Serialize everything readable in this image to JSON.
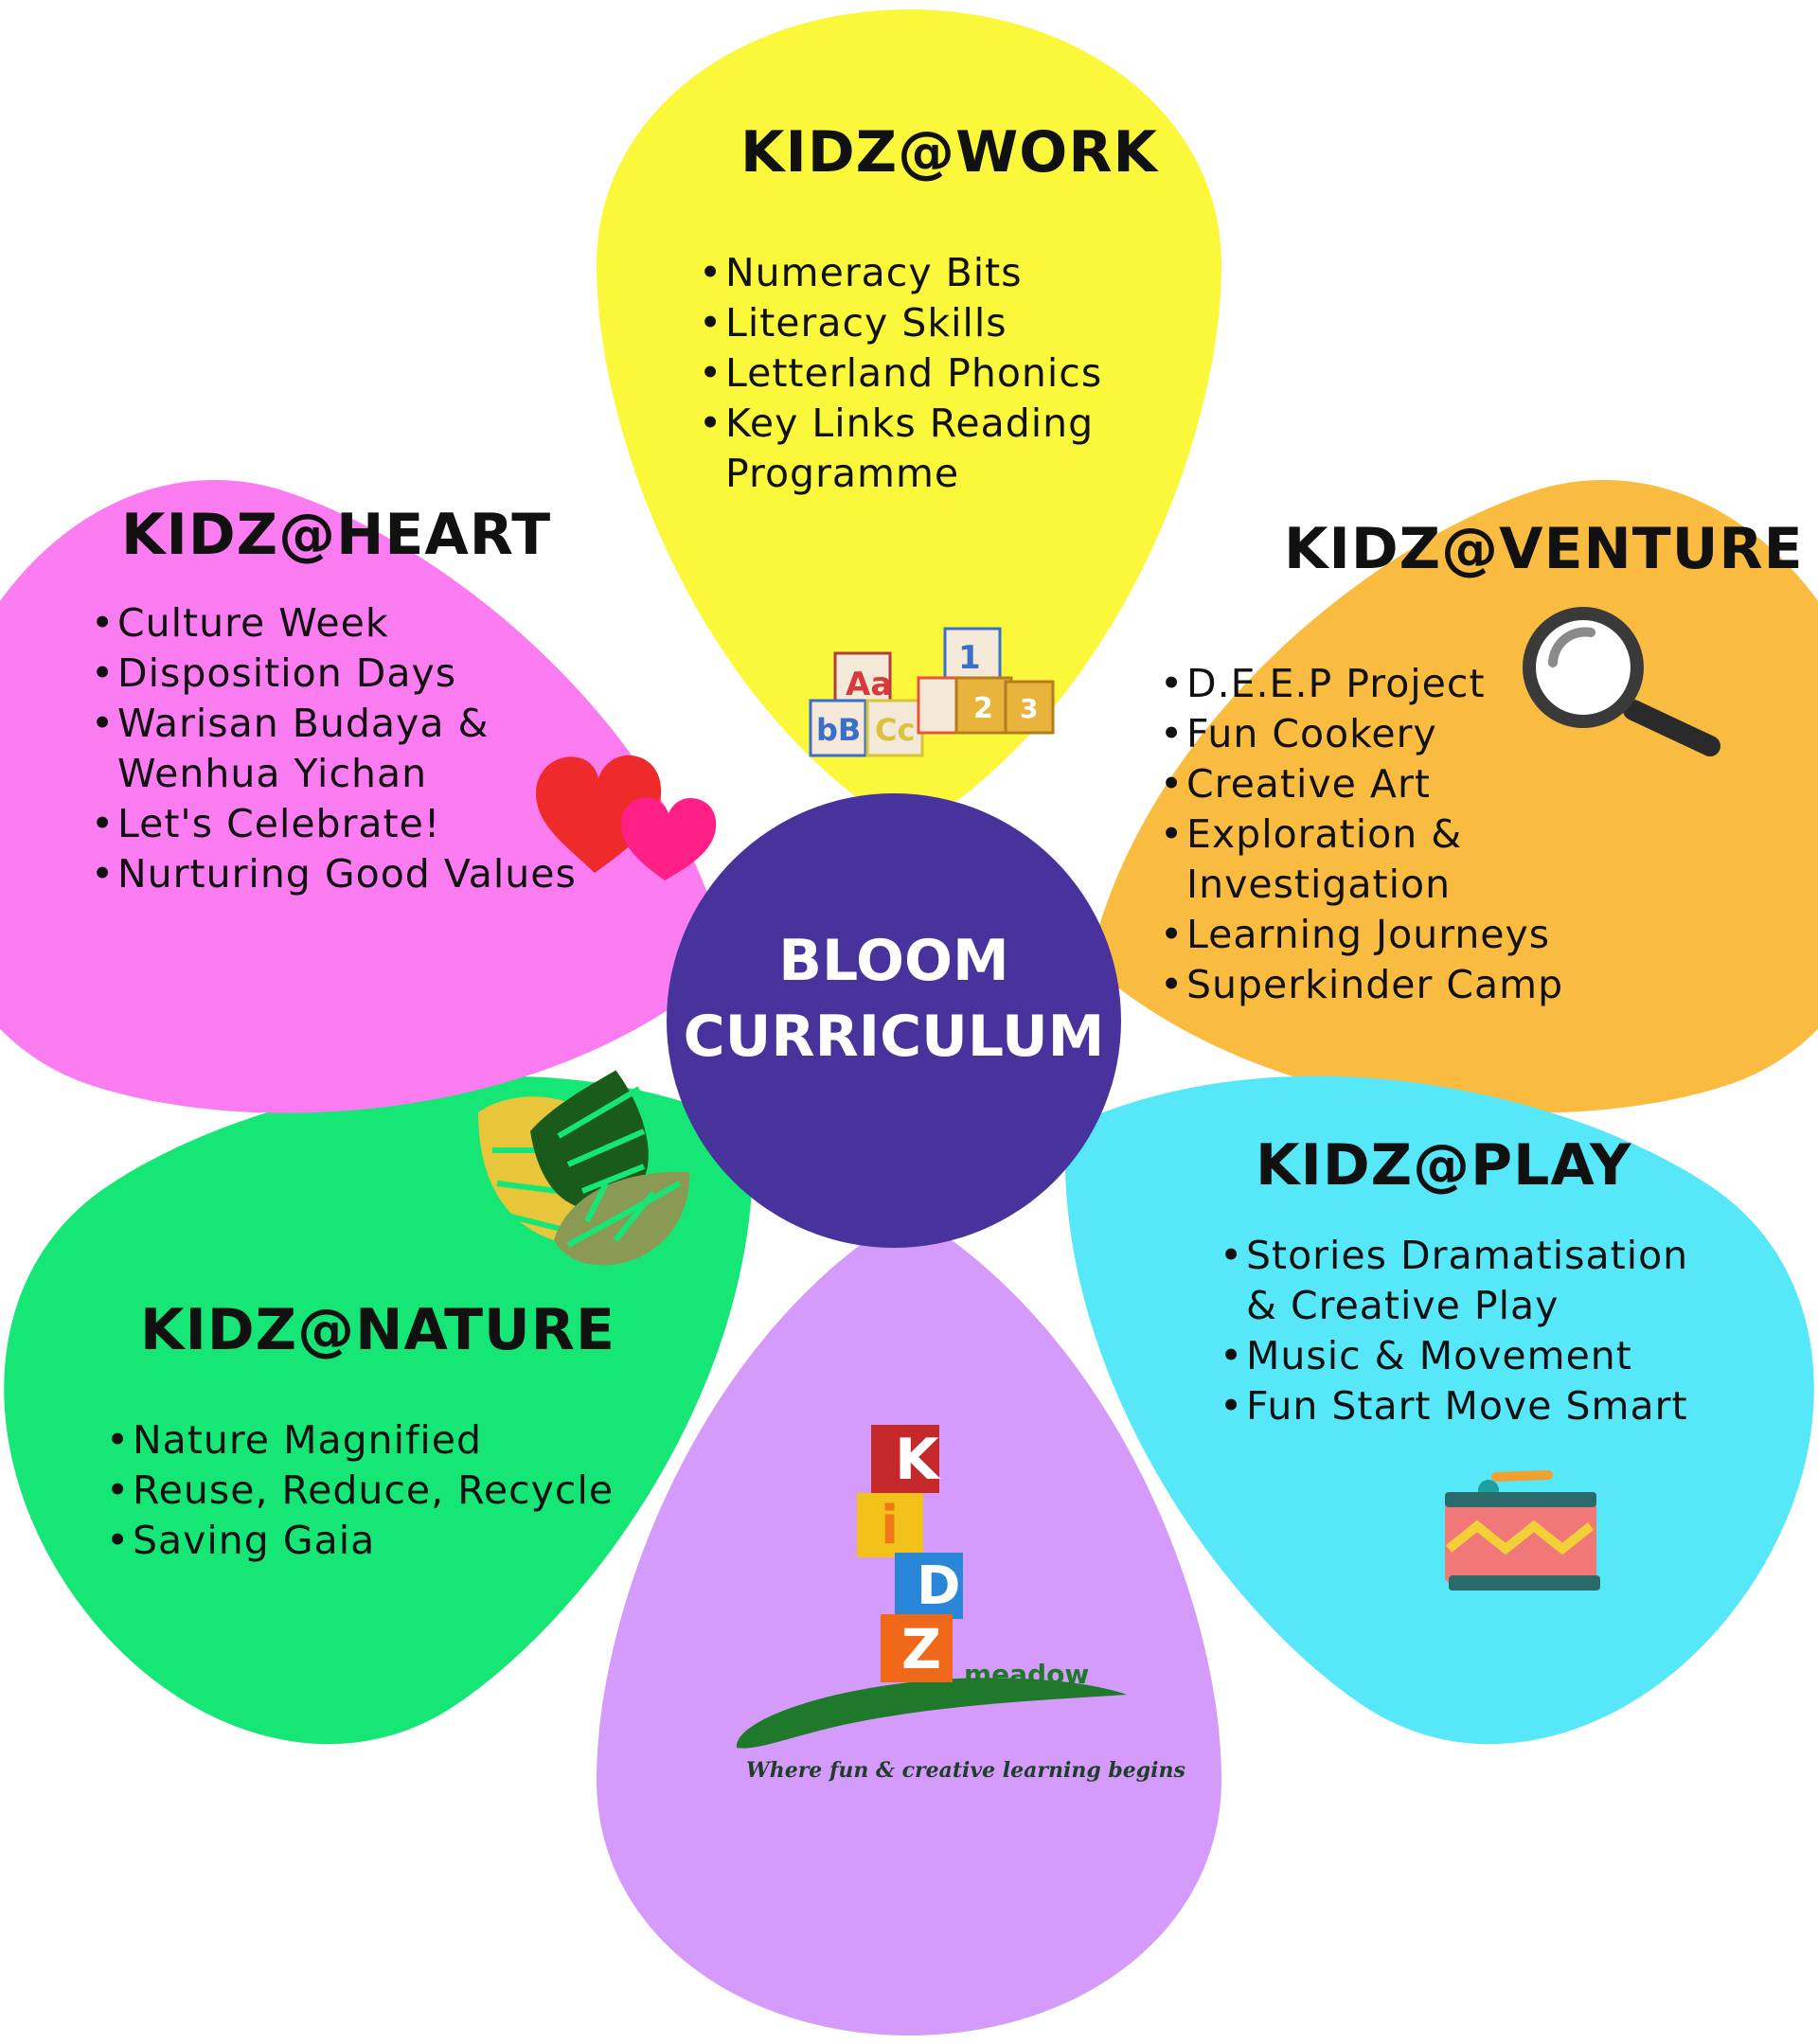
{
  "colors": {
    "work": "#fbf83b",
    "venture": "#f9bc40",
    "play": "#56e7f8",
    "kidz": "#d49bfb",
    "nature": "#16e676",
    "heart": "#fa7cf0",
    "center": "#48329c"
  },
  "center": {
    "line1": "BLOOM",
    "line2": "CURRICULUM"
  },
  "petals": {
    "work": {
      "title": "KIDZ@WORK",
      "items": [
        "Numeracy Bits",
        "Literacy Skills",
        "Letterland Phonics",
        "Key Links Reading Programme"
      ],
      "icon": "alphabet-blocks-icon",
      "blocks": [
        "Aa",
        "bB",
        "Cc",
        "1",
        "2",
        "3",
        "1"
      ]
    },
    "venture": {
      "title": "KIDZ@VENTURE",
      "items": [
        "D.E.E.P Project",
        "Fun Cookery",
        "Creative Art",
        "Exploration & Investigation",
        "Learning Journeys",
        "Superkinder Camp"
      ],
      "icon": "magnifying-glass-icon"
    },
    "play": {
      "title": "KIDZ@PLAY",
      "items": [
        "Stories Dramatisation & Creative Play",
        "Music & Movement",
        "Fun Start Move Smart"
      ],
      "icon": "drum-icon"
    },
    "nature": {
      "title": "KIDZ@NATURE",
      "items": [
        "Nature Magnified",
        "Reuse, Reduce, Recycle",
        "Saving Gaia"
      ],
      "icon": "leaves-icon"
    },
    "heart": {
      "title": "KIDZ@HEART",
      "items": [
        "Culture Week",
        "Disposition Days",
        "Warisan Budaya & Wenhua Yichan",
        "Let's Celebrate!",
        "Nurturing Good Values"
      ],
      "icon": "hearts-icon"
    }
  },
  "logo": {
    "letters": [
      "K",
      "i",
      "D",
      "Z"
    ],
    "brand": "meadow",
    "tagline": "Where fun & creative learning begins",
    "icon": "kidz-meadow-logo"
  }
}
